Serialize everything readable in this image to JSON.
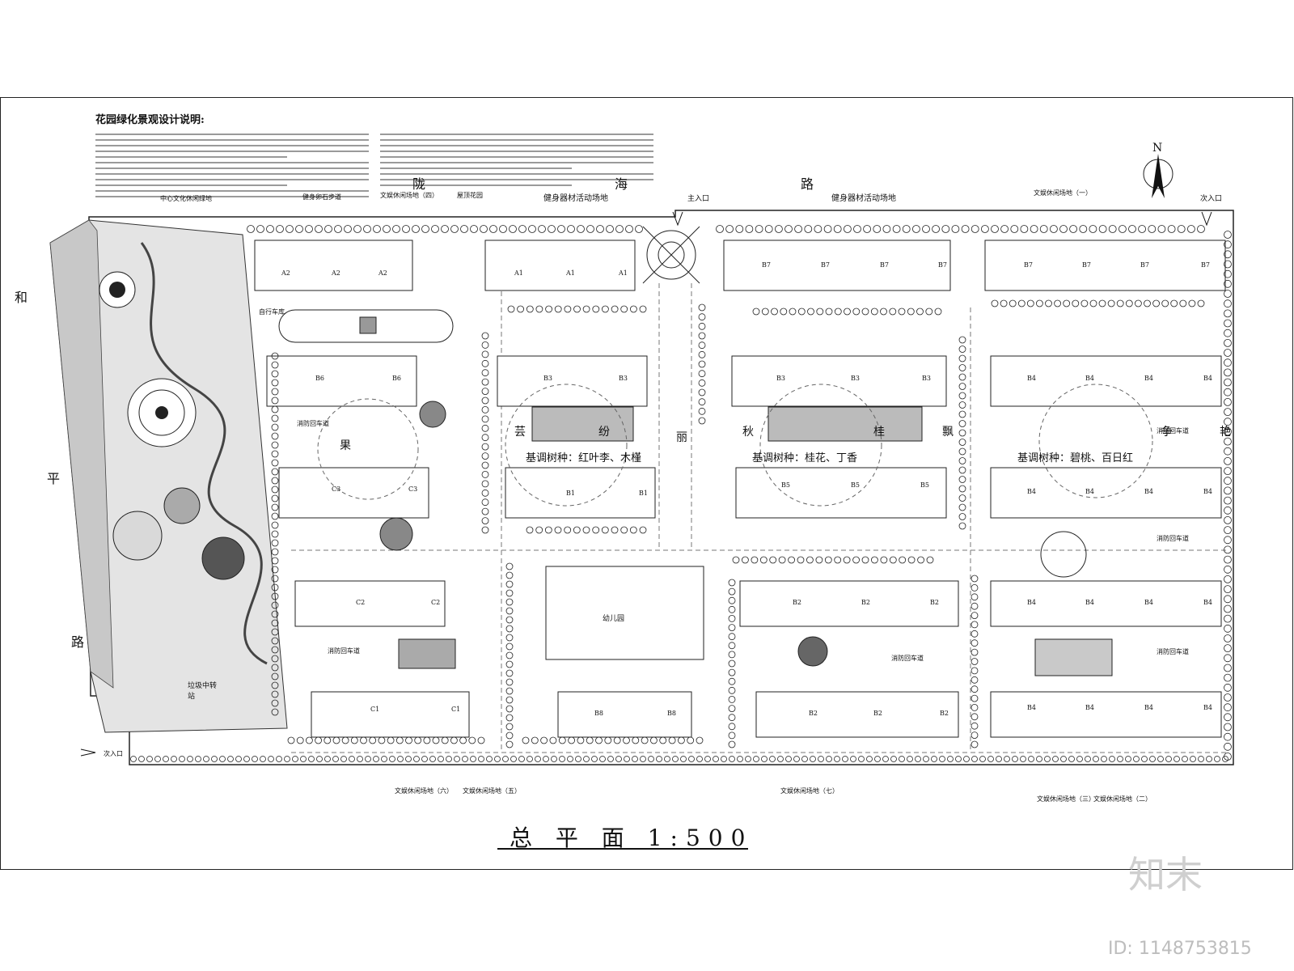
{
  "notes": {
    "title": "花园绿化景观设计说明:"
  },
  "roads": {
    "north_chars": [
      "陇",
      "海",
      "路"
    ],
    "west_chars": [
      "和",
      "平",
      "路"
    ]
  },
  "entrances": {
    "main": "主入口",
    "secondary_ne": "次入口",
    "secondary_sw": "次入口"
  },
  "areas": {
    "central_green": "中心文化休闲绿地",
    "fitness_trail": "健身卵石步道",
    "leisure_4": "文娱休闲场地（四）",
    "roof_garden": "屋顶花园",
    "fitness_w": "健身器材活动场地",
    "fitness_e": "健身器材活动场地",
    "leisure_1": "文娱休闲场地（一）",
    "leisure_6": "文娱休闲场地（六）",
    "leisure_5": "文娱休闲场地（五）",
    "leisure_7": "文娱休闲场地（七）",
    "leisure_3": "文娱休闲场地（三）",
    "leisure_2": "文娱休闲场地（二）",
    "kindergarten": "幼儿园",
    "garbage": "垃圾中转站",
    "bike": "自行车库",
    "fire_lane": "消防回车道"
  },
  "garden_names": {
    "west_1": "果",
    "mid_1": "芸",
    "mid_2": "纷",
    "axis": "丽",
    "east_1": "秋",
    "east_2": "桂",
    "east_3": "飘",
    "far_east": "争",
    "far_east_2": "艳"
  },
  "tree_themes": {
    "west": "基调树种：红叶李、木槿",
    "east": "基调树种：桂花、丁香",
    "far_east": "基调树种：碧桃、百日红"
  },
  "buildings": {
    "a2": "A2",
    "a1": "A1",
    "b7": "B7",
    "b6": "B6",
    "b3": "B3",
    "b4": "B4",
    "c3": "C3",
    "b1": "B1",
    "b5": "B5",
    "c2": "C2",
    "b2": "B2",
    "c1": "C1",
    "b8": "B8"
  },
  "north_label": "N",
  "scale_title": "总 平 面 1:500",
  "watermark": {
    "logo": "知末",
    "id": "ID: 1148753815"
  }
}
